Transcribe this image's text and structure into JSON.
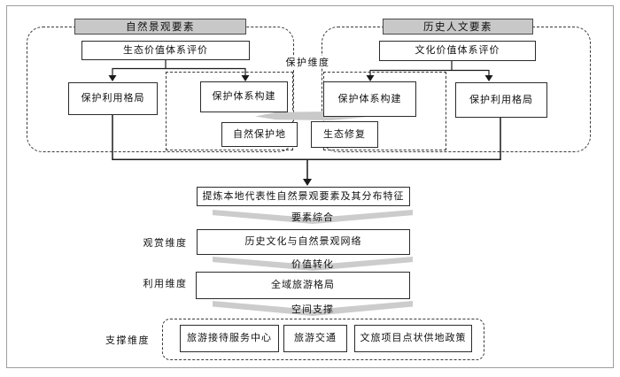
{
  "palette": {
    "header_fill": "#c8c8c8",
    "chevron_fill": "#cccccc",
    "line": "#1a1a1a",
    "page_border": "#9e9e9e"
  },
  "protection": {
    "dimension_label": "保护维度",
    "natural": {
      "header": "自然景观要素",
      "evaluation": "生态价值体系评价",
      "pattern": "保护利用格局",
      "system": "保护体系构建",
      "detail": "自然保护地"
    },
    "cultural": {
      "header": "历史人文要素",
      "evaluation": "文化价值体系评价",
      "system": "保护体系构建",
      "pattern": "保护利用格局",
      "detail": "生态修复"
    }
  },
  "flow": {
    "extract": "提炼本地代表性自然景观要素及其分布特征",
    "arrow1": "要素综合",
    "view": {
      "dimension": "观赏维度",
      "box": "历史文化与自然景观网络"
    },
    "arrow2": "价值转化",
    "use": {
      "dimension": "利用维度",
      "box": "全域旅游格局"
    },
    "arrow3": "空间支撑",
    "support": {
      "dimension": "支撑维度",
      "boxes": [
        "旅游接待服务中心",
        "旅游交通",
        "文旅项目点状供地政策"
      ]
    }
  }
}
